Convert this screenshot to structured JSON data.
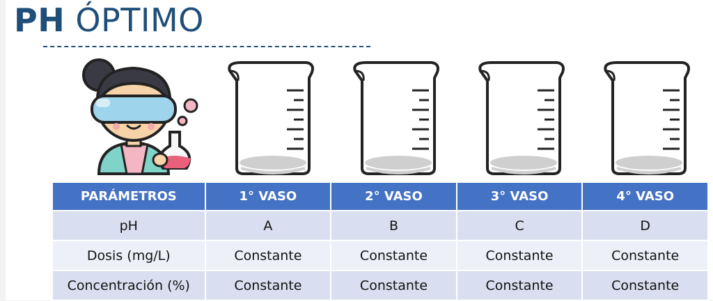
{
  "title": {
    "bold": "PH",
    "rest": "ÓPTIMO"
  },
  "icons": {
    "scientist": "scientist-with-goggles-and-flask-icon",
    "beaker": "measuring-beaker-icon"
  },
  "table": {
    "headers": [
      "PARÁMETROS",
      "1° VASO",
      "2° VASO",
      "3° VASO",
      "4° VASO"
    ],
    "rows": [
      [
        "pH",
        "A",
        "B",
        "C",
        "D"
      ],
      [
        "Dosis (mg/L)",
        "Constante",
        "Constante",
        "Constante",
        "Constante"
      ],
      [
        "Concentración (%)",
        "Constante",
        "Constante",
        "Constante",
        "Constante"
      ]
    ]
  },
  "colors": {
    "title": "#1f4e79",
    "header": "#4472c4",
    "row_dark": "#d9dff0",
    "row_light": "#edf0f8"
  }
}
